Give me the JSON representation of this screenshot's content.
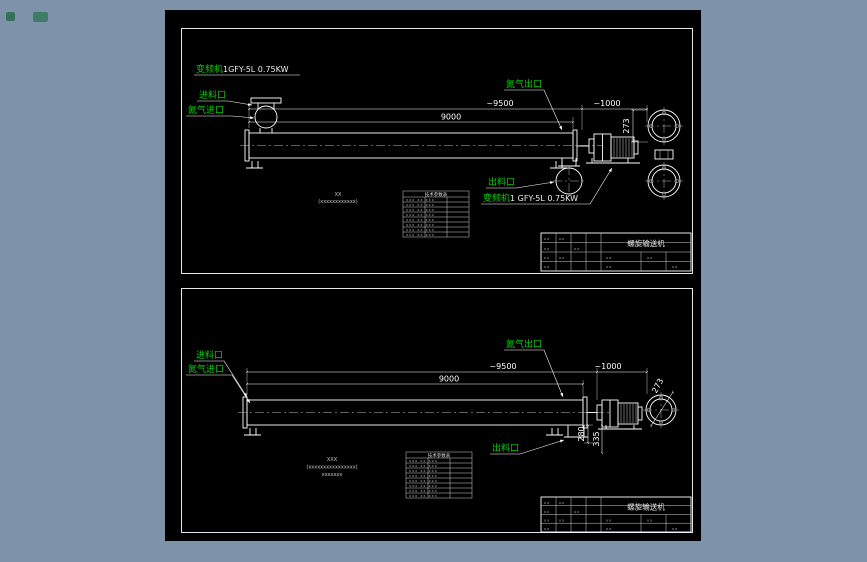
{
  "colors": {
    "desktop_bg": "#7E93A9",
    "paper_bg": "#000000",
    "line": "#FFFFFF",
    "label_green": "#00D200"
  },
  "sheet_top": {
    "freq_label": {
      "cjk": "变频机",
      "spec": "1GFY-5L 0.75KW"
    },
    "freq_label2": {
      "cjk": "变频机",
      "spec": "1 GFY-5L 0.75KW"
    },
    "labels": {
      "inlet": "进料口",
      "n2_inlet": "氮气进口",
      "n2_outlet": "氮气出口",
      "outlet": "出料口"
    },
    "dims": {
      "screw_length": "9000",
      "overall": "~9500",
      "drive_end": "~1000",
      "flange_dia": "273"
    },
    "note": {
      "line1": "XX",
      "line2": "(xxxxxxxxxxxx)"
    },
    "table": {
      "title": "技术参数表",
      "row_smudge": "xxx xx xxx"
    },
    "title_block": {
      "name": "螺旋输送机",
      "smudge": "xx"
    }
  },
  "sheet_bottom": {
    "labels": {
      "inlet": "进料口",
      "n2_inlet": "氮气进口",
      "n2_outlet": "氮气出口",
      "outlet": "出料口"
    },
    "dims": {
      "screw_length": "9000",
      "overall": "~9500",
      "drive_end": "~1000",
      "flange_dia": "273",
      "outlet_height": "280",
      "outlet_offset": "335"
    },
    "note": {
      "line1": "XXX",
      "line2": "(xxxxxxxxxxxxxxxx)",
      "line3": "xxxxxxx"
    },
    "table": {
      "title": "技术参数表",
      "row_smudge": "xxx xx xxx"
    },
    "title_block": {
      "name": "螺旋输送机",
      "smudge": "xx"
    }
  }
}
